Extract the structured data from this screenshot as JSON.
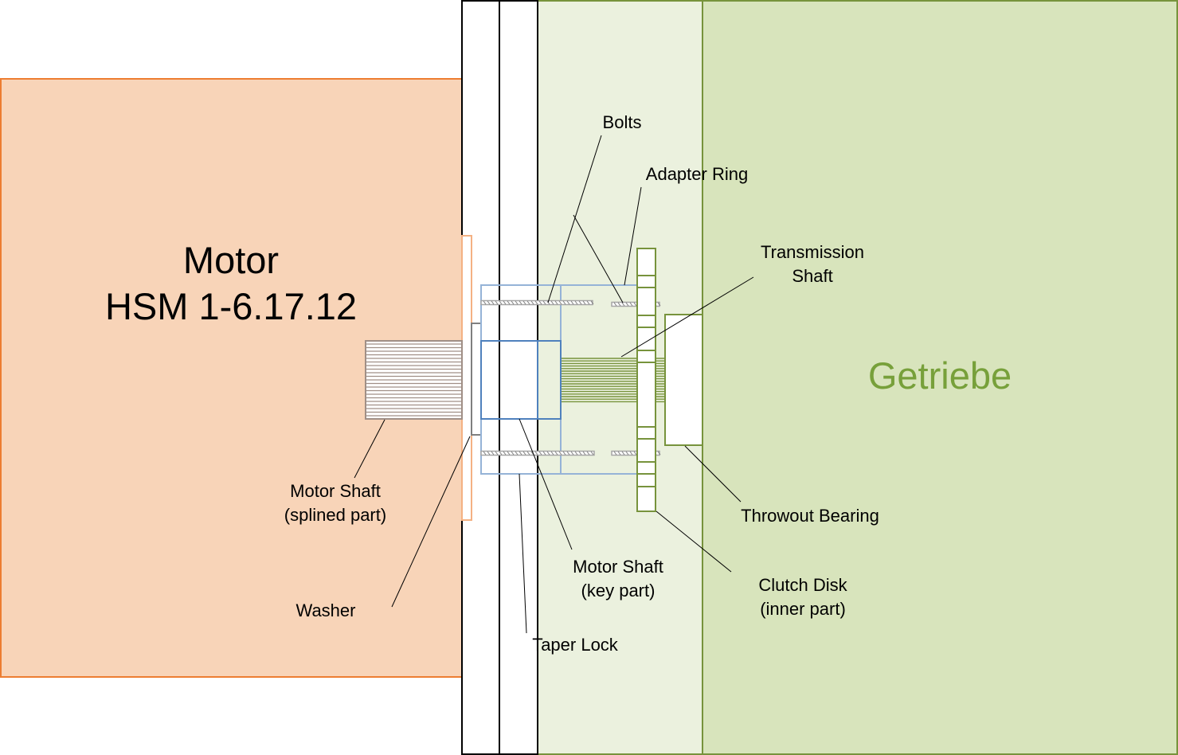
{
  "motor": {
    "title_line1": "Motor",
    "title_line2": "HSM 1-6.17.12",
    "fill": "#F8D4B8",
    "stroke": "#ED7D31"
  },
  "gearbox": {
    "title": "Getriebe",
    "fill": "#D8E4BC",
    "light_fill": "#EBF1DE",
    "stroke": "#77933C",
    "text_color": "#77A03A"
  },
  "labels": {
    "bolts": "Bolts",
    "adapter_ring": "Adapter Ring",
    "transmission_shaft_line1": "Transmission",
    "transmission_shaft_line2": "Shaft",
    "motor_shaft_splined_line1": "Motor Shaft",
    "motor_shaft_splined_line2": "(splined part)",
    "washer": "Washer",
    "throwout_bearing": "Throwout Bearing",
    "motor_shaft_key_line1": "Motor Shaft",
    "motor_shaft_key_line2": "(key part)",
    "clutch_disk_line1": "Clutch Disk",
    "clutch_disk_line2": "(inner part)",
    "taper_lock": "Taper Lock"
  },
  "colors": {
    "blue_outline": "#95B3D7",
    "blue_dark": "#4F81BD",
    "bolt_gray": "#A6A6A6",
    "spline_gray": "#A08F86"
  }
}
